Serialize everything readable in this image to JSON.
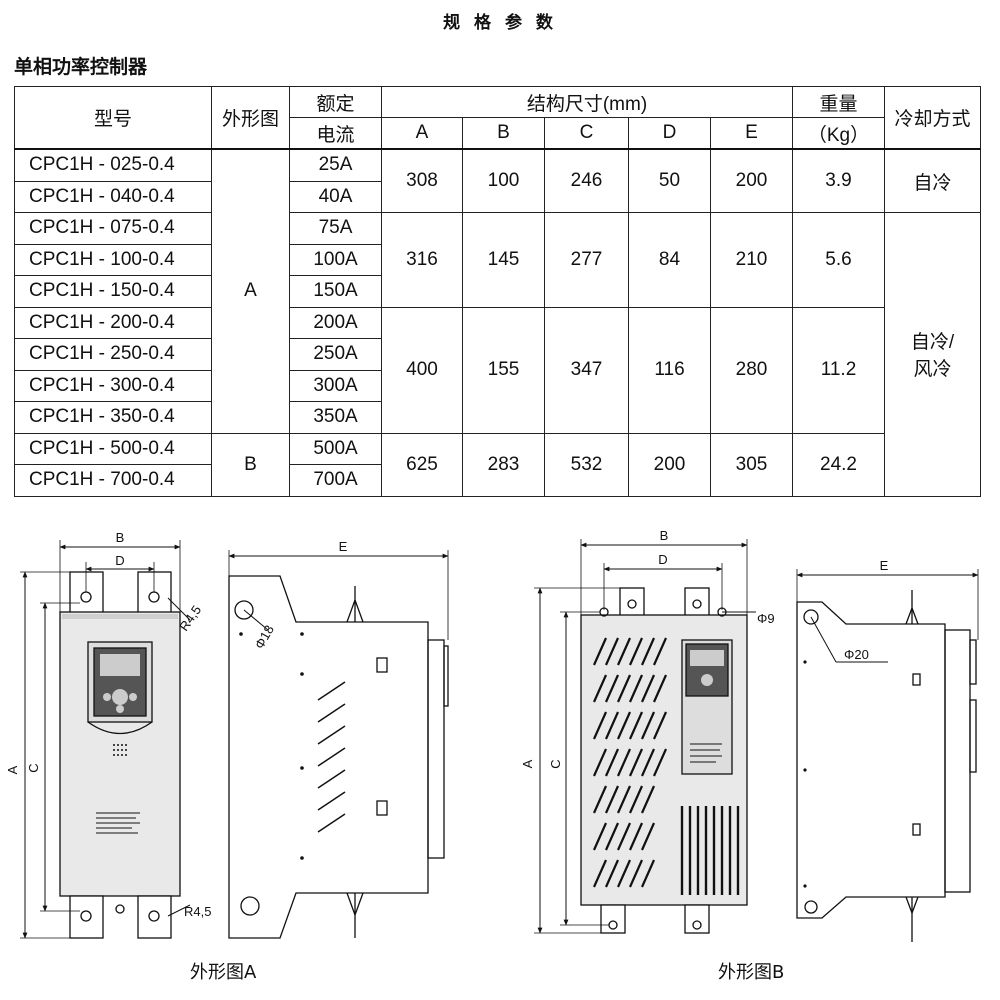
{
  "page_title": "规 格 参 数",
  "section_title": "单相功率控制器",
  "table": {
    "headers": {
      "model": "型号",
      "outline": "外形图",
      "current_line1": "额定",
      "current_line2": "电流",
      "dims": "结构尺寸(mm)",
      "dim_cols": [
        "A",
        "B",
        "C",
        "D",
        "E"
      ],
      "weight_line1": "重量",
      "weight_line2": "（Kg）",
      "cooling": "冷却方式"
    },
    "rows": [
      {
        "model": "CPC1H - 025-0.4",
        "current": "25A"
      },
      {
        "model": "CPC1H - 040-0.4",
        "current": "40A"
      },
      {
        "model": "CPC1H - 075-0.4",
        "current": "75A"
      },
      {
        "model": "CPC1H - 100-0.4",
        "current": "100A"
      },
      {
        "model": "CPC1H - 150-0.4",
        "current": "150A"
      },
      {
        "model": "CPC1H - 200-0.4",
        "current": "200A"
      },
      {
        "model": "CPC1H - 250-0.4",
        "current": "250A"
      },
      {
        "model": "CPC1H - 300-0.4",
        "current": "300A"
      },
      {
        "model": "CPC1H - 350-0.4",
        "current": "350A"
      },
      {
        "model": "CPC1H - 500-0.4",
        "current": "500A"
      },
      {
        "model": "CPC1H - 700-0.4",
        "current": "700A"
      }
    ],
    "outline_groups": [
      "A",
      "B"
    ],
    "dim_groups": [
      {
        "A": "308",
        "B": "100",
        "C": "246",
        "D": "50",
        "E": "200",
        "weight": "3.9"
      },
      {
        "A": "316",
        "B": "145",
        "C": "277",
        "D": "84",
        "E": "210",
        "weight": "5.6"
      },
      {
        "A": "400",
        "B": "155",
        "C": "347",
        "D": "116",
        "E": "280",
        "weight": "11.2"
      },
      {
        "A": "625",
        "B": "283",
        "C": "532",
        "D": "200",
        "E": "305",
        "weight": "24.2"
      }
    ],
    "cooling_groups": [
      "自冷",
      "自冷/",
      "风冷"
    ]
  },
  "drawing_a": {
    "caption": "外形图A",
    "labels": {
      "B": "B",
      "D": "D",
      "A": "A",
      "C": "C",
      "E": "E",
      "r_top": "R4,5",
      "r_bottom": "R4,5",
      "phi": "Φ18"
    }
  },
  "drawing_b": {
    "caption": "外形图B",
    "labels": {
      "B": "B",
      "D": "D",
      "A": "A",
      "C": "C",
      "E": "E",
      "phi_small": "Φ9",
      "phi_large": "Φ20"
    }
  }
}
